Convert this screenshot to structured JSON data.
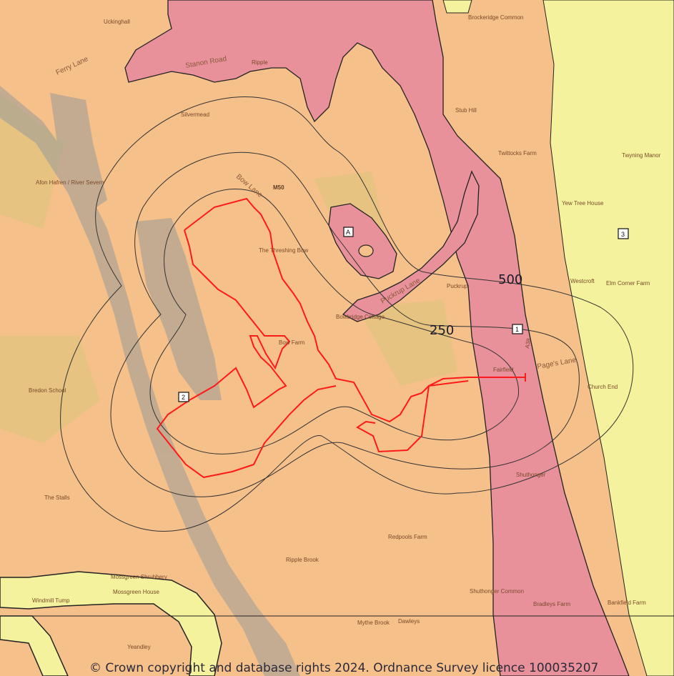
{
  "map": {
    "colors": {
      "background": "#f6c08a",
      "urban_zone": "#e8919a",
      "open_zone": "#f4f29c",
      "site_boundary": "#ff1a1a",
      "buffer_line": "#444444",
      "water": "#9a9a9a"
    },
    "rings": [
      {
        "label": "500"
      },
      {
        "label": "250"
      }
    ],
    "markers": [
      {
        "id": "A",
        "label": "A"
      },
      {
        "id": "1",
        "label": "1"
      },
      {
        "id": "2",
        "label": "2"
      },
      {
        "id": "3",
        "label": "3"
      }
    ],
    "places": {
      "uckinghall": "Uckinghall",
      "ferry_lane": "Ferry Lane",
      "stanon_road": "Stanon Road",
      "ripple": "Ripple",
      "brockeridge": "Brockeridge Common",
      "stub_hill": "Stub Hill",
      "silvermead": "Silvermead",
      "twittocks": "Twittocks Farm",
      "twyning_manor": "Twyning Manor",
      "afon": "Afon Hafren / River Severn",
      "bow_lane": "Bow Lane",
      "m50": "M50",
      "yew_tree": "Yew Tree House",
      "threshing": "The Threshing Bow",
      "puckrup_lane": "Puckrup Lane",
      "puckrup": "Puckrup",
      "westcroft": "Westcroft",
      "elm_corner": "Elm Corner Farm",
      "bowbridge": "Bowbridge Cottage",
      "bow_farm": "Bow Farm",
      "a38": "A38",
      "pages_lane": "Page's Lane",
      "fairfield": "Fairfield",
      "church_end": "Church End",
      "bredon_school": "Bredon School",
      "shuthonger": "Shuthonger",
      "the_stalls": "The Stalls",
      "redpools": "Redpools Farm",
      "ripple_brook": "Ripple Brook",
      "mossgreen_shrubbery": "Mossgreen Shrubbery",
      "windmill_tump": "Windmill Tump",
      "mossgreen_house": "Mossgreen House",
      "shuthonger_common": "Shuthonger Common",
      "bradleys": "Bradleys Farm",
      "bankfield": "Bankfield Farm",
      "mythe_brook": "Mythe Brook",
      "dawleys": "Dawleys",
      "yeandley": "Yeandley"
    },
    "copyright": "© Crown copyright and database rights 2024. Ordnance Survey licence 100035207"
  }
}
